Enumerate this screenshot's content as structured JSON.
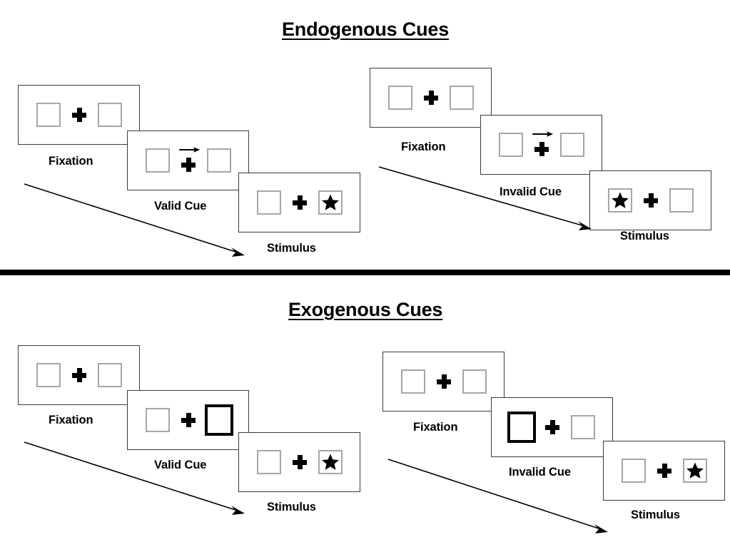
{
  "sections": [
    {
      "id": "endogenous",
      "title": "Endogenous Cues",
      "cue_type": "arrow",
      "columns": [
        {
          "id": "endogenous-valid",
          "frames": [
            {
              "id": "fixation",
              "label": "Fixation",
              "left_content": "empty-box",
              "center_content": "plus",
              "right_content": "empty-box"
            },
            {
              "id": "valid-cue",
              "label": "Valid Cue",
              "left_content": "empty-box",
              "center_content": "plus-arrow-right",
              "right_content": "empty-box"
            },
            {
              "id": "stimulus",
              "label": "Stimulus",
              "left_content": "empty-box",
              "center_content": "plus",
              "right_content": "star-box"
            }
          ]
        },
        {
          "id": "endogenous-invalid",
          "frames": [
            {
              "id": "fixation",
              "label": "Fixation",
              "left_content": "empty-box",
              "center_content": "plus",
              "right_content": "empty-box"
            },
            {
              "id": "invalid-cue",
              "label": "Invalid Cue",
              "left_content": "empty-box",
              "center_content": "plus-arrow-right",
              "right_content": "empty-box"
            },
            {
              "id": "stimulus",
              "label": "Stimulus",
              "left_content": "star-box",
              "center_content": "plus",
              "right_content": "empty-box"
            }
          ]
        }
      ]
    },
    {
      "id": "exogenous",
      "title": "Exogenous Cues",
      "cue_type": "thick-box",
      "columns": [
        {
          "id": "exogenous-valid",
          "frames": [
            {
              "id": "fixation",
              "label": "Fixation",
              "left_content": "empty-box",
              "center_content": "plus",
              "right_content": "empty-box"
            },
            {
              "id": "valid-cue",
              "label": "Valid Cue",
              "left_content": "empty-box",
              "center_content": "plus",
              "right_content": "thick-box"
            },
            {
              "id": "stimulus",
              "label": "Stimulus",
              "left_content": "empty-box",
              "center_content": "plus",
              "right_content": "star-box"
            }
          ]
        },
        {
          "id": "exogenous-invalid",
          "frames": [
            {
              "id": "fixation",
              "label": "Fixation",
              "left_content": "empty-box",
              "center_content": "plus",
              "right_content": "empty-box"
            },
            {
              "id": "invalid-cue",
              "label": "Invalid Cue",
              "left_content": "thick-box",
              "center_content": "plus",
              "right_content": "empty-box"
            },
            {
              "id": "stimulus",
              "label": "Stimulus",
              "left_content": "empty-box",
              "center_content": "plus",
              "right_content": "star-box"
            }
          ]
        }
      ]
    }
  ],
  "colors": {
    "frame_border": "#3a3a3a",
    "placeholder_border": "#a6a6a6",
    "cue_border": "#000000",
    "ink": "#000000",
    "background": "#ffffff"
  },
  "labels": {
    "endogenous_title": "Endogenous Cues",
    "exogenous_title": "Exogenous Cues",
    "fixation": "Fixation",
    "valid_cue": "Valid Cue",
    "invalid_cue": "Invalid Cue",
    "stimulus": "Stimulus"
  },
  "icons": {
    "fixation_cross": "plus-icon",
    "cue_arrow": "arrow-right-icon",
    "target": "star-icon",
    "flow": "diagonal-arrow-icon"
  }
}
